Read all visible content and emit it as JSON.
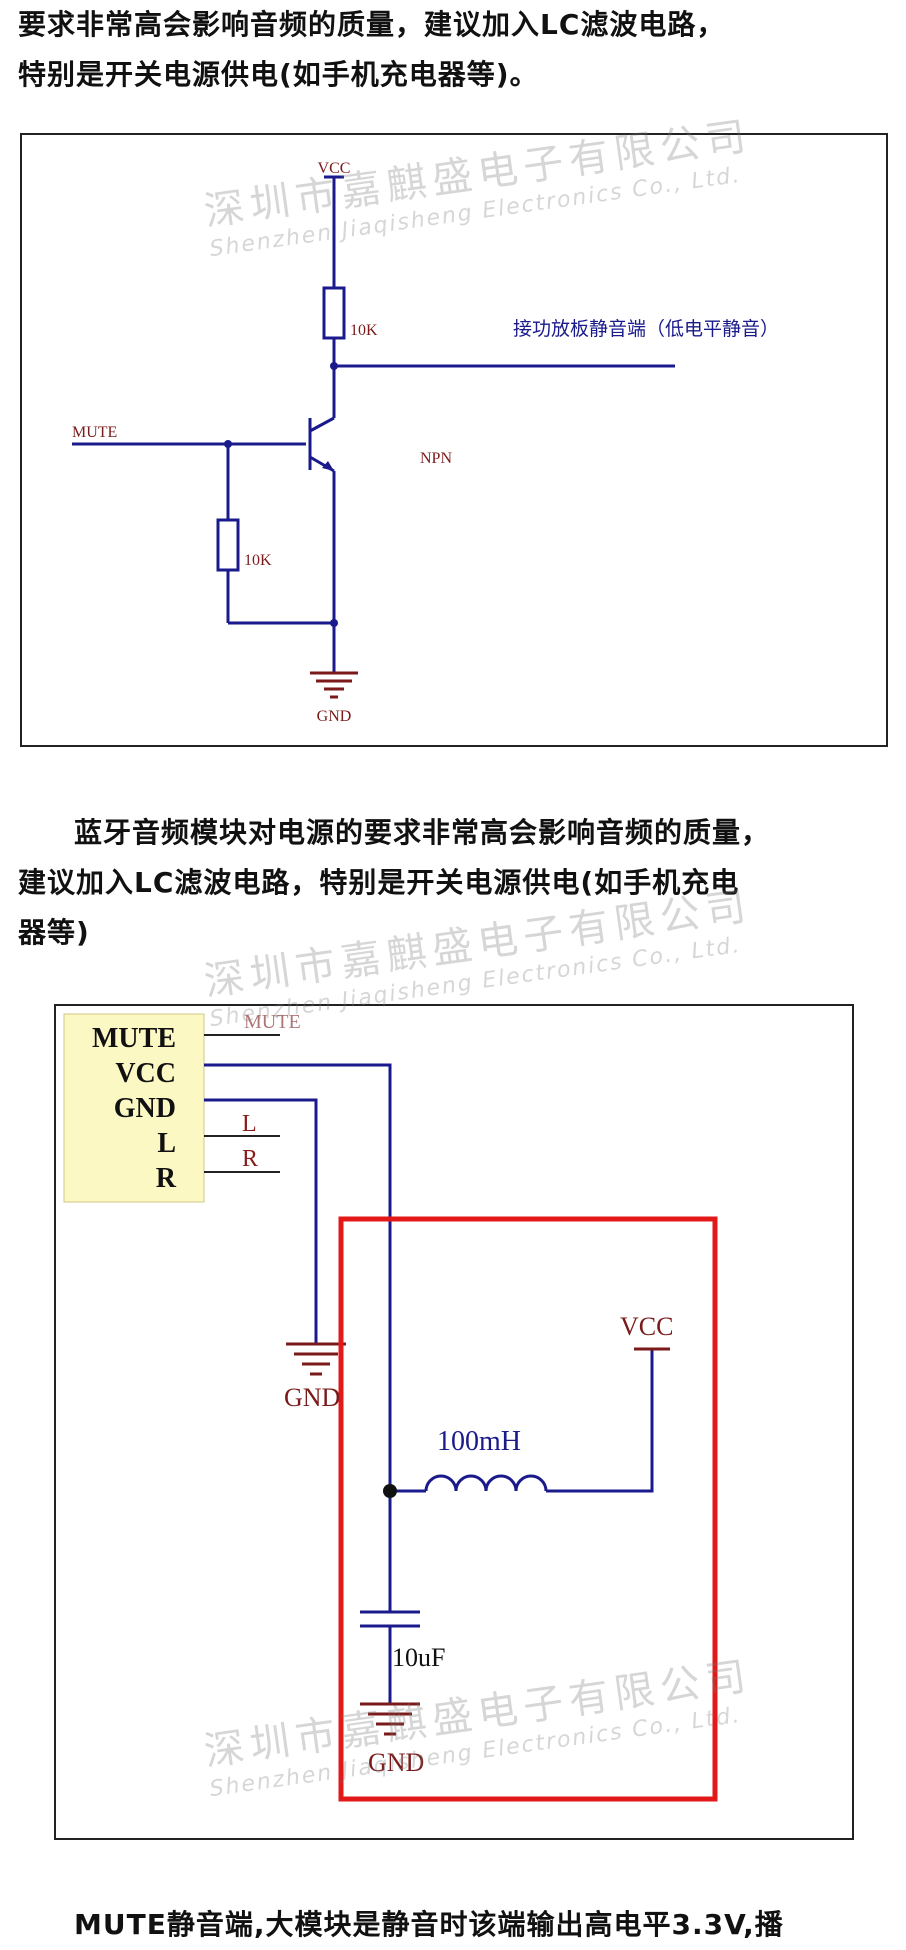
{
  "paragraph1": {
    "lines": [
      "要求非常高会影响音频的质量，建议加入LC滤波电路，",
      "特别是开关电源供电(如手机充电器等)。"
    ]
  },
  "figure1": {
    "vcc": "VCC",
    "r_top": "10K",
    "output_note": "接功放板静音端（低电平静音）",
    "mute": "MUTE",
    "transistor": "NPN",
    "r_left": "10K",
    "gnd": "GND",
    "line_color": "#1a1a8c",
    "label_color": "#7a1a1a"
  },
  "paragraph2": {
    "lines": [
      "蓝牙音频模块对电源的要求非常高会影响音频的质量，",
      "建议加入LC滤波电路，特别是开关电源供电(如手机充电",
      "器等)"
    ]
  },
  "figure2": {
    "pins": [
      "MUTE",
      "VCC",
      "GND",
      "L",
      "R"
    ],
    "pin_overlap": "MUTE",
    "l_label": "L",
    "r_label": "R",
    "gnd_left": "GND",
    "vcc": "VCC",
    "inductor": "100mH",
    "capacitor": "10uF",
    "gnd_bottom": "GND",
    "box_fill": "#fcf8c4",
    "box_color": "#e31818",
    "line_color": "#1a1a8c"
  },
  "paragraph3": {
    "text": "MUTE静音端,大模块是静音时该端输出高电平3.3V,播"
  },
  "watermark": {
    "cn": "深圳市嘉麒盛电子有限公司",
    "en": "Shenzhen Jiaqisheng Electronics Co., Ltd."
  }
}
